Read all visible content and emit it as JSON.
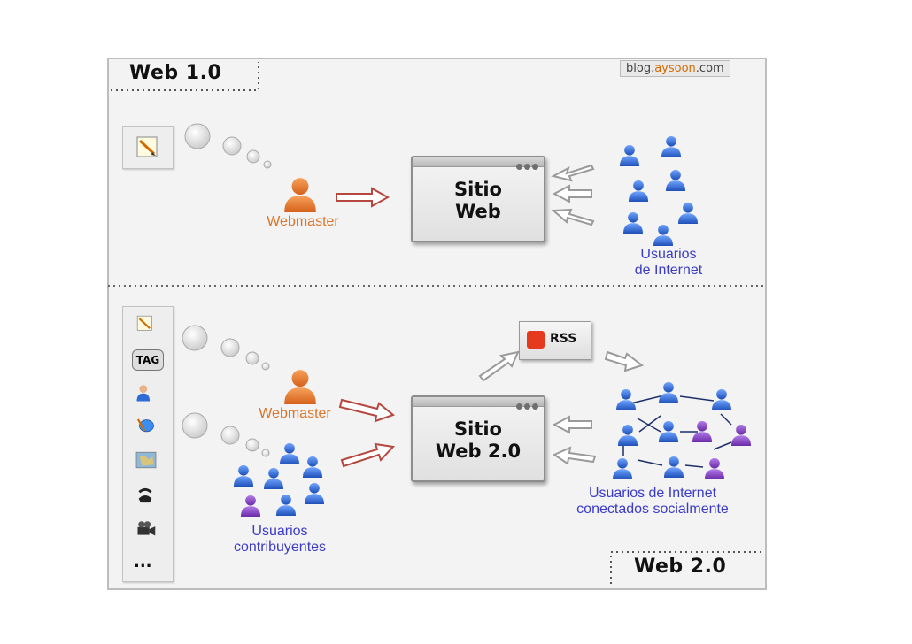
{
  "source": {
    "prefix": "blog.",
    "highlight": "aysoon",
    "suffix": ".com"
  },
  "web1": {
    "title": "Web 1.0",
    "site_line1": "Sitio",
    "site_line2": "Web",
    "webmaster": "Webmaster",
    "users_line1": "Usuarios",
    "users_line2": "de Internet"
  },
  "web2": {
    "title": "Web 2.0",
    "site_line1": "Sitio",
    "site_line2": "Web 2.0",
    "rss": "RSS",
    "tag": "TAG",
    "webmaster": "Webmaster",
    "contrib_line1": "Usuarios",
    "contrib_line2": "contribuyentes",
    "social_line1": "Usuarios de Internet",
    "social_line2": "conectados socialmente",
    "more": "..."
  },
  "colors": {
    "webmaster": "#e07a2e",
    "user": "#2f6bd6",
    "user_purple": "#8a3fc7",
    "arrow_red": "#b5473f",
    "arrow_gray": "#9a9a9a"
  }
}
